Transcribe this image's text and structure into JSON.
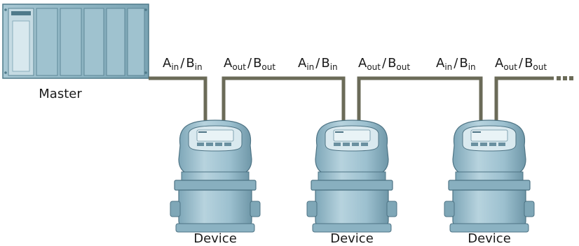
{
  "master": {
    "label": "Master"
  },
  "bus": {
    "segments": [
      {
        "left_sym": "A",
        "left_sub": "in",
        "sep": "/",
        "right_sym": "B",
        "right_sub": "in"
      },
      {
        "left_sym": "A",
        "left_sub": "out",
        "sep": "/",
        "right_sym": "B",
        "right_sub": "out"
      },
      {
        "left_sym": "A",
        "left_sub": "in",
        "sep": "/",
        "right_sym": "B",
        "right_sub": "in"
      },
      {
        "left_sym": "A",
        "left_sub": "out",
        "sep": "/",
        "right_sym": "B",
        "right_sub": "out"
      },
      {
        "left_sym": "A",
        "left_sub": "in",
        "sep": "/",
        "right_sym": "B",
        "right_sub": "in"
      },
      {
        "left_sym": "A",
        "left_sub": "out",
        "sep": "/",
        "right_sym": "B",
        "right_sub": "out"
      }
    ]
  },
  "devices": [
    {
      "label": "Device"
    },
    {
      "label": "Device"
    },
    {
      "label": "Device"
    }
  ],
  "colors": {
    "cable": "#6b6b58",
    "device_body": "#9cc0cf",
    "device_dark": "#5f8798",
    "master_body": "#8fb6c4",
    "master_dark": "#5c8797"
  }
}
